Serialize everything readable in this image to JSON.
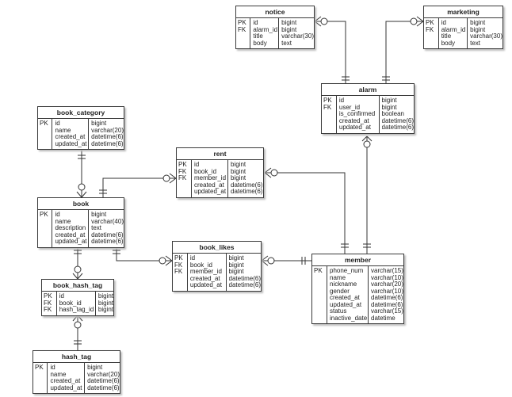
{
  "entities": {
    "notice": {
      "title": "notice",
      "keys": [
        "PK",
        "FK",
        "",
        ""
      ],
      "names": [
        "id",
        "alarm_id",
        "title",
        "body"
      ],
      "types": [
        "bigint",
        "bigint",
        "varchar(30)",
        "text"
      ]
    },
    "marketing": {
      "title": "marketing",
      "keys": [
        "PK",
        "FK",
        "",
        ""
      ],
      "names": [
        "id",
        "alarm_id",
        "title",
        "body"
      ],
      "types": [
        "bigint",
        "bigint",
        "varchar(30)",
        "text"
      ]
    },
    "alarm": {
      "title": "alarm",
      "keys": [
        "PK",
        "FK",
        "",
        "",
        ""
      ],
      "names": [
        "id",
        "user_id",
        "is_confirmed",
        "created_at",
        "updated_at"
      ],
      "types": [
        "bigint",
        "bigint",
        "boolean",
        "datetime(6)",
        "datetime(6)"
      ]
    },
    "book_category": {
      "title": "book_category",
      "keys": [
        "PK",
        "",
        "",
        ""
      ],
      "names": [
        "id",
        "name",
        "created_at",
        "updated_at"
      ],
      "types": [
        "bigint",
        "varchar(20)",
        "datetime(6)",
        "datetime(6)"
      ]
    },
    "rent": {
      "title": "rent",
      "keys": [
        "PK",
        "FK",
        "FK",
        "",
        ""
      ],
      "names": [
        "id",
        "book_id",
        "member_id",
        "created_at",
        "updated_at"
      ],
      "types": [
        "bigint",
        "bigint",
        "bigint",
        "datetime(6)",
        "datetime(6)"
      ]
    },
    "book": {
      "title": "book",
      "keys": [
        "PK",
        "",
        "",
        "",
        ""
      ],
      "names": [
        "id",
        "name",
        "description",
        "created_at",
        "updated_at"
      ],
      "types": [
        "bigint",
        "varchar(40)",
        "text",
        "datetime(6)",
        "datetime(6)"
      ]
    },
    "book_likes": {
      "title": "book_likes",
      "keys": [
        "PK",
        "FK",
        "FK",
        "",
        ""
      ],
      "names": [
        "id",
        "book_id",
        "member_id",
        "created_at",
        "updated_at"
      ],
      "types": [
        "bigint",
        "bigint",
        "bigint",
        "datetime(6)",
        "datetime(6)"
      ]
    },
    "member": {
      "title": "member",
      "keys": [
        "PK",
        "",
        "",
        "",
        "",
        "",
        "",
        ""
      ],
      "names": [
        "phone_num",
        "name",
        "nickname",
        "gender",
        "created_at",
        "updated_at",
        "status",
        "inactive_date"
      ],
      "types": [
        "varchar(15)",
        "varchar(10)",
        "varchar(20)",
        "varchar(10)",
        "datetime(6)",
        "datetime(6)",
        "varchar(15)",
        "datetime"
      ]
    },
    "book_hash_tag": {
      "title": "book_hash_tag",
      "keys": [
        "PK",
        "FK",
        "FK"
      ],
      "names": [
        "id",
        "book_id",
        "hash_tag_id"
      ],
      "types": [
        "bigint",
        "bigint",
        "bigint"
      ]
    },
    "hash_tag": {
      "title": "hash_tag",
      "keys": [
        "PK",
        "",
        "",
        ""
      ],
      "names": [
        "id",
        "name",
        "created_at",
        "updated_at"
      ],
      "types": [
        "bigint",
        "varchar(20)",
        "datetime(6)",
        "datetime(6)"
      ]
    }
  },
  "relationships": [
    {
      "from": "alarm",
      "to": "notice",
      "from_card": "one",
      "to_card": "zero-or-many"
    },
    {
      "from": "alarm",
      "to": "marketing",
      "from_card": "one",
      "to_card": "zero-or-many"
    },
    {
      "from": "member",
      "to": "alarm",
      "from_card": "one",
      "to_card": "zero-or-many"
    },
    {
      "from": "book_category",
      "to": "book",
      "from_card": "one",
      "to_card": "zero-or-many"
    },
    {
      "from": "book",
      "to": "rent",
      "from_card": "one",
      "to_card": "zero-or-many"
    },
    {
      "from": "member",
      "to": "rent",
      "from_card": "one",
      "to_card": "zero-or-many"
    },
    {
      "from": "book",
      "to": "book_likes",
      "from_card": "one",
      "to_card": "zero-or-many"
    },
    {
      "from": "member",
      "to": "book_likes",
      "from_card": "one",
      "to_card": "zero-or-many"
    },
    {
      "from": "book",
      "to": "book_hash_tag",
      "from_card": "one",
      "to_card": "zero-or-many"
    },
    {
      "from": "hash_tag",
      "to": "book_hash_tag",
      "from_card": "one",
      "to_card": "zero-or-many"
    }
  ]
}
